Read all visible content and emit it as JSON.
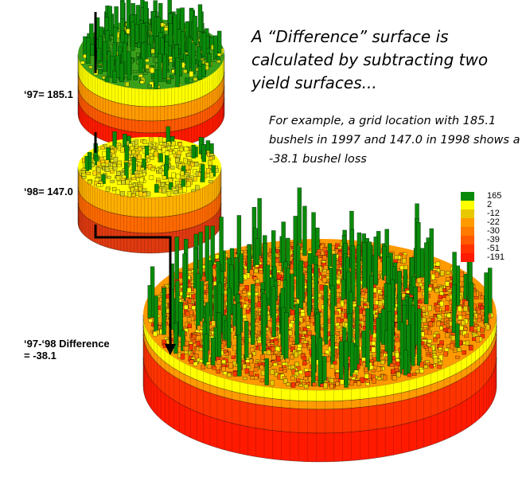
{
  "title": "A “Difference” surface is calculated by subtracting two yield surfaces...",
  "example": "For example, a grid location with 185.1 bushels in 1997 and 147.0 in 1998 shows a -38.1 bushel loss",
  "labels": {
    "y97": "‘97= 185.1",
    "y98": "‘98= 147.0",
    "diff_line1": "‘97-‘98 Difference",
    "diff_line2": "= -38.1"
  },
  "legend": [
    {
      "label": "165",
      "color": "#0a8a0a"
    },
    {
      "label": "2",
      "color": "#ffff00"
    },
    {
      "label": "-12",
      "color": "#e8c800"
    },
    {
      "label": "-22",
      "color": "#ff9a00"
    },
    {
      "label": "-30",
      "color": "#ff7a00"
    },
    {
      "label": "-39",
      "color": "#ff5a00"
    },
    {
      "label": "-51",
      "color": "#ff3300"
    },
    {
      "label": "-191",
      "color": "#ff1a00"
    }
  ]
}
